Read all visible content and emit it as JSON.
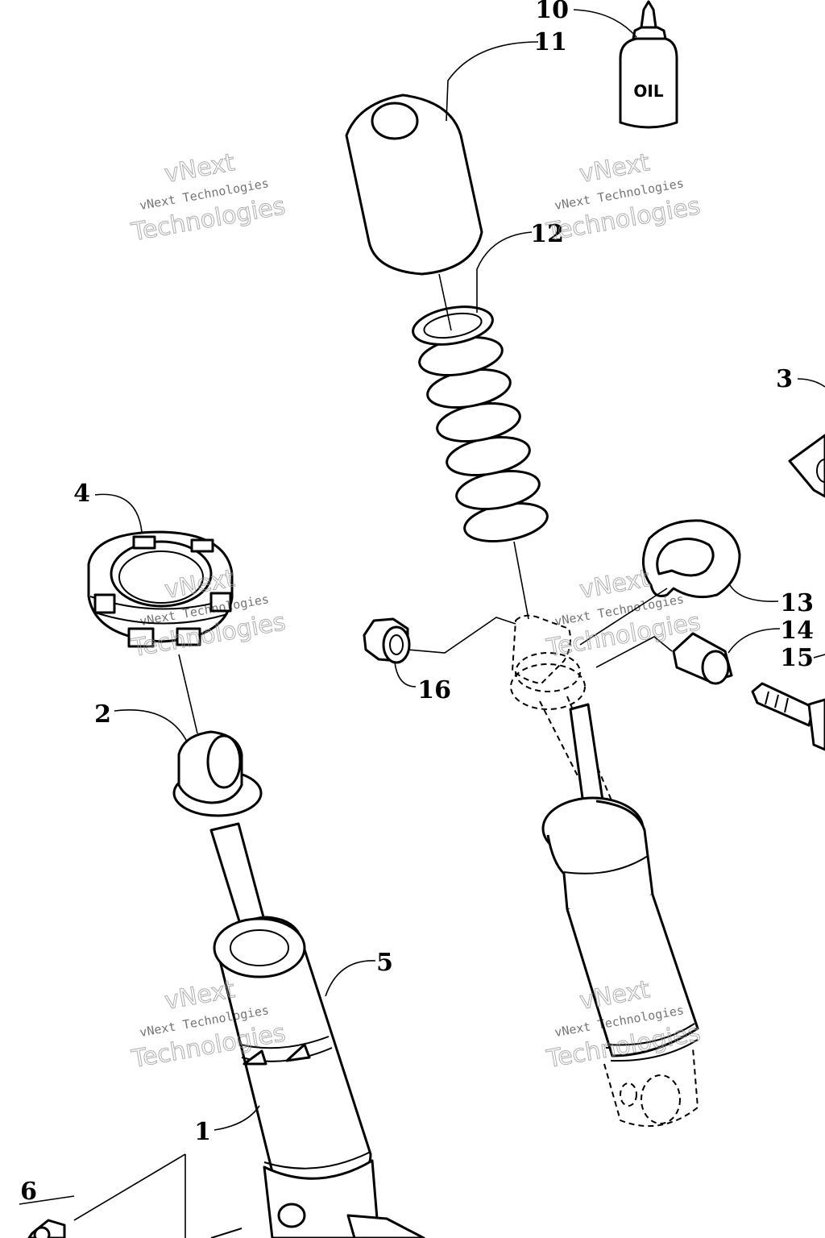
{
  "callouts": {
    "c1": "1",
    "c2": "2",
    "c3": "3",
    "c4": "4",
    "c5": "5",
    "c6": "6",
    "c10": "10",
    "c11": "11",
    "c12": "12",
    "c13": "13",
    "c14": "14",
    "c15": "15",
    "c16": "16"
  },
  "bottle_label": "OIL",
  "watermark": {
    "brand": "vNext",
    "company": "vNext Technologies",
    "large": "Technologies"
  }
}
